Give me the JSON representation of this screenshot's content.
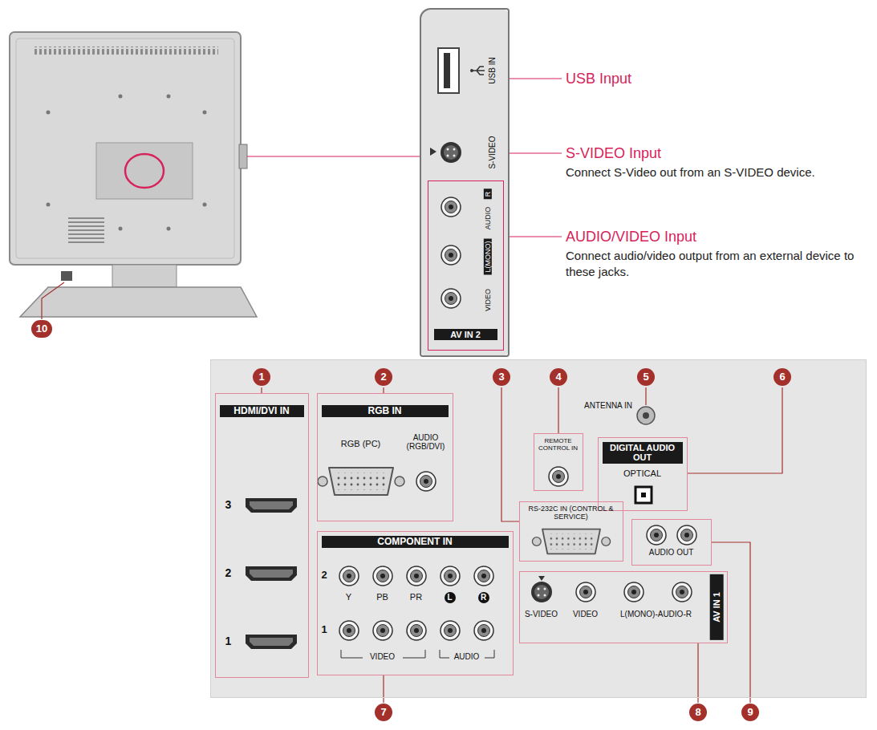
{
  "diagram": {
    "nodes": [
      {
        "text": [
          "USB IN",
          "S-VIDEO"
        ]
      },
      {
        "text": [
          "R",
          "AUDIO",
          "L(MONO)",
          "VIDEO",
          "AV IN 2"
        ],
        "in": 0
      },
      {
        "text": [
          "ANTENNA IN"
        ]
      },
      {
        "text": [
          "HDMI/DVI IN",
          "3",
          "2",
          "1"
        ],
        "in": 2
      },
      {
        "text": [
          "RGB IN",
          "RGB (PC)",
          "AUDIO (RGB/DVI)"
        ],
        "in": 2
      },
      {
        "text": [
          "REMOTE CONTROL IN"
        ],
        "in": 2
      },
      {
        "text": [
          "DIGITAL AUDIO OUT",
          "OPTICAL"
        ],
        "in": 2
      },
      {
        "text": [
          "COMPONENT IN",
          "2",
          "1",
          "Y",
          "PB",
          "PR",
          "L",
          "R",
          "VIDEO",
          "AUDIO"
        ],
        "in": 2
      },
      {
        "text": [
          "RS-232C IN (CONTROL & SERVICE)"
        ],
        "in": 2
      },
      {
        "text": [
          "AUDIO OUT"
        ],
        "in": 2
      },
      {
        "text": [
          "S-VIDEO",
          "VIDEO",
          "L(MONO)-AUDIO-R",
          "AV IN 1"
        ],
        "in": 2
      }
    ],
    "labels": [
      "USB Input",
      "S-VIDEO Input",
      "Connect S-Video out from an S-VIDEO device.",
      "AUDIO/VIDEO Input",
      "Connect audio/video output from an external device to these jacks.",
      "1",
      "2",
      "3",
      "4",
      "5",
      "6",
      "7",
      "8",
      "9",
      "10"
    ]
  }
}
